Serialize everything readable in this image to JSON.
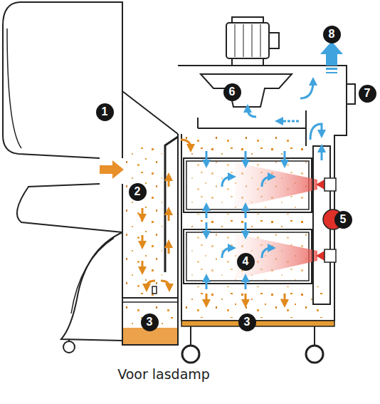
{
  "diagram": {
    "caption": "Voor lasdamp",
    "labels": [
      "1",
      "2",
      "3",
      "3",
      "4",
      "5",
      "6",
      "7",
      "8"
    ]
  }
}
